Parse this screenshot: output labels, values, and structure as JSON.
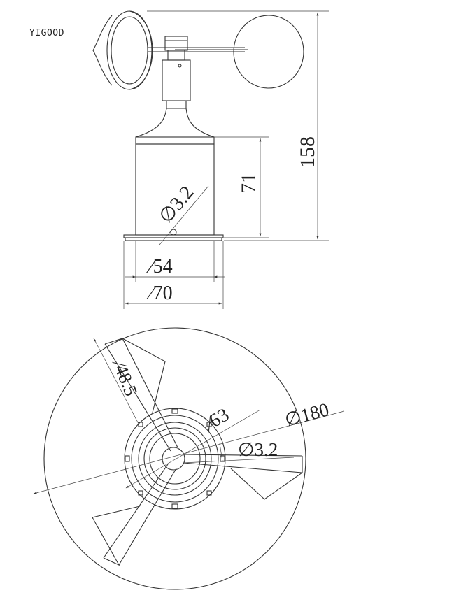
{
  "brand": "YIGOOD",
  "dimensions": {
    "total_height": "158",
    "body_height": "71",
    "hole_side": "∅3.2",
    "base_inner": "∕54",
    "base_outer": "∕70",
    "blade_width": "∕48.5",
    "hub_diameter": "∕63",
    "sweep_diameter": "∅180",
    "hole_top": "∅3.2"
  },
  "icons": {
    "cup-arrow": "arrowhead"
  }
}
